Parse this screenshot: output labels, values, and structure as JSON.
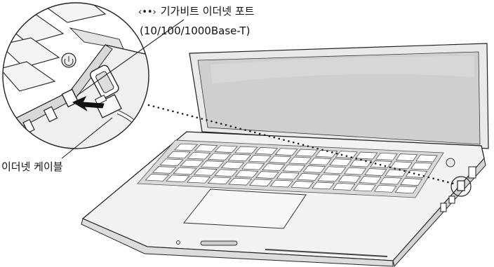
{
  "callouts": {
    "port_icon": "‹••›",
    "port_title": "기가비트 이더넷 포트",
    "port_spec": "(10/100/1000Base-T)",
    "cable_label": "이더넷 케이블"
  },
  "illustration": {
    "subject": "laptop-with-ethernet-port",
    "colors": {
      "outline": "#222222",
      "body": "#eeeeee",
      "screen": "#c8c8c8",
      "keys": "#ffffff",
      "callout_leader": "#222222",
      "dotted_leader": "#222222"
    }
  }
}
